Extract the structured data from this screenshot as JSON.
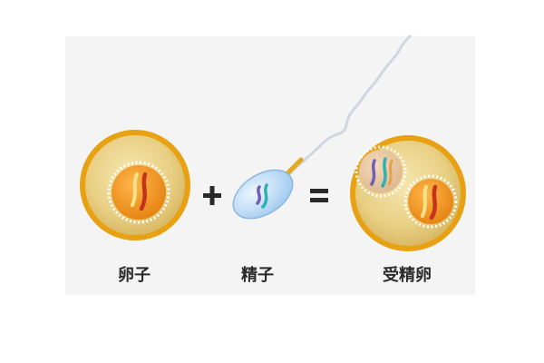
{
  "labels": {
    "egg": "卵子",
    "sperm": "精子",
    "zygote": "受精卵"
  },
  "symbols": {
    "plus": "+",
    "equals": "="
  },
  "colors": {
    "cell_rim": "#eaa31c",
    "cell_fill": "#e2c46e",
    "nucleus": "#eb8f1f",
    "sperm_head": "#bedcf4",
    "chromosome_red": "#c6321d",
    "chromosome_yellow": "#f2e28a",
    "chromosome_purple": "#6f5fb8",
    "chromosome_teal": "#2fb1b3"
  }
}
